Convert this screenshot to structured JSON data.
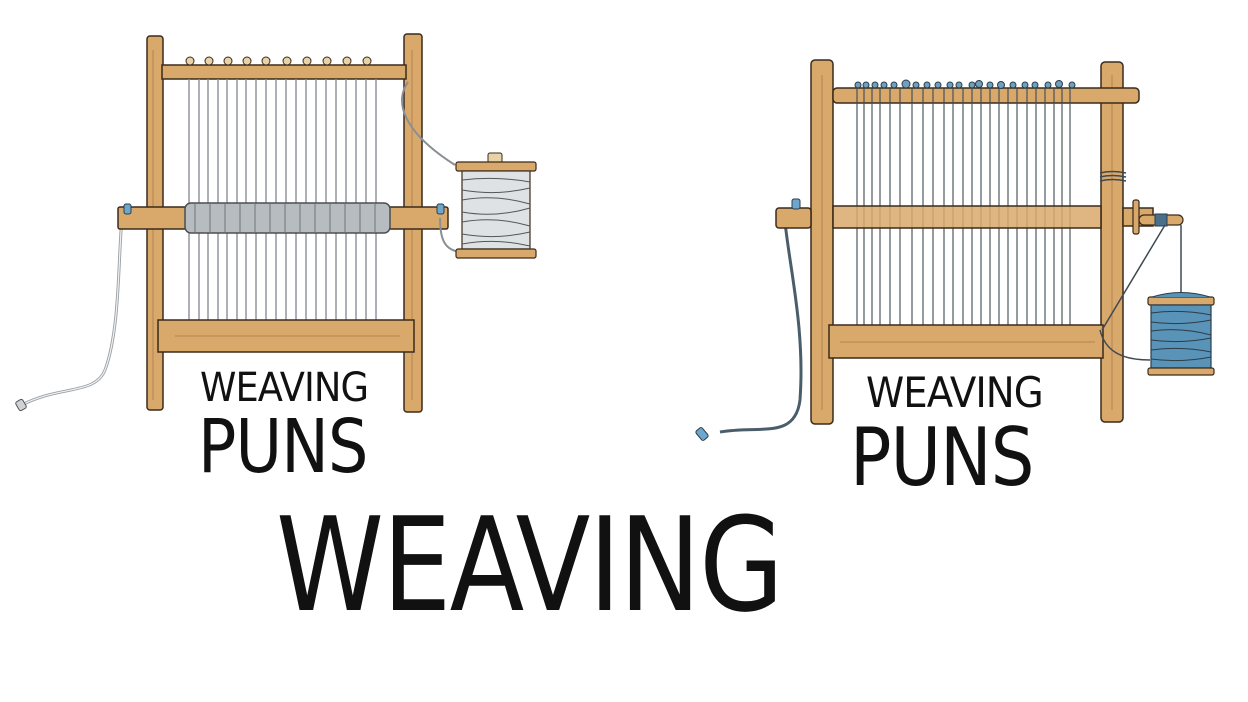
{
  "scene": {
    "background": "#ffffff",
    "description": "Illustration of two wooden tapestry looms with warp threads and thread spools, with weaving pun title text"
  },
  "left_loom": {
    "label_line_1": "WEAVING",
    "label_line_2": "PUNS",
    "wood_color": "#d9a96b",
    "thread_color": "#c8ccd0",
    "spool_thread_color": "#dfe2e5",
    "peg_count": 10,
    "warp_thread_count": 19
  },
  "right_loom": {
    "label_line_1": "WEAVING",
    "label_line_2": "PUNS",
    "wood_color": "#d9a96b",
    "thread_color": "#3e4a52",
    "spool_thread_color": "#5a93b8",
    "peg_count": 22,
    "warp_thread_count": 26
  },
  "main_title": "WEAVING",
  "colors": {
    "wood": "#d9a96b",
    "wood_dark": "#b58450",
    "outline": "#3b2a1a",
    "text": "#111111",
    "accent_blue": "#5a93b8"
  }
}
